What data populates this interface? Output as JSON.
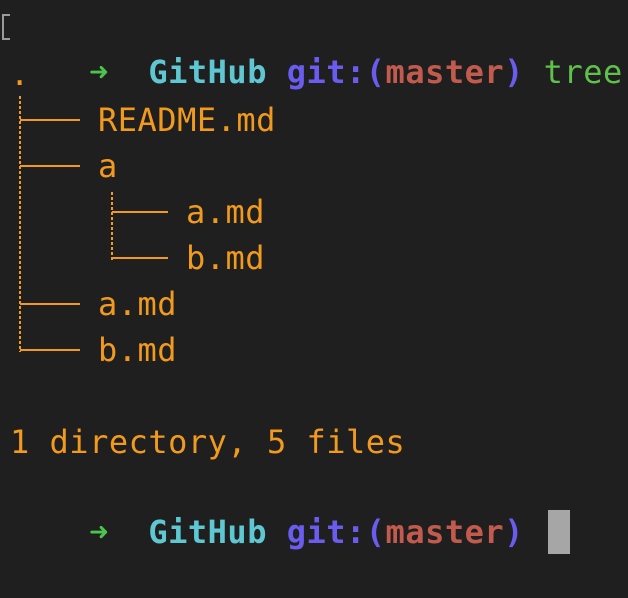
{
  "prompt1": {
    "arrow": "➜",
    "dir": "GitHub",
    "git_prefix": "git:(",
    "branch": "master",
    "git_suffix": ")",
    "command": "tree"
  },
  "tree": {
    "root": ".",
    "items": [
      {
        "name": "README.md"
      },
      {
        "name": "a"
      },
      {
        "name": "a.md"
      },
      {
        "name": "b.md"
      },
      {
        "name": "a.md"
      },
      {
        "name": "b.md"
      }
    ]
  },
  "summary": "1 directory, 5 files",
  "prompt2": {
    "arrow": "➜",
    "dir": "GitHub",
    "git_prefix": "git:(",
    "branch": "master",
    "git_suffix": ")"
  },
  "colors": {
    "background": "#1f1f1f",
    "arrow": "#4cc34c",
    "dir": "#5ec7d2",
    "git": "#6b5cf0",
    "branch": "#c25b4e",
    "command": "#5fc04a",
    "tree": "#f29a1d",
    "cursor": "#a6a6a6"
  }
}
